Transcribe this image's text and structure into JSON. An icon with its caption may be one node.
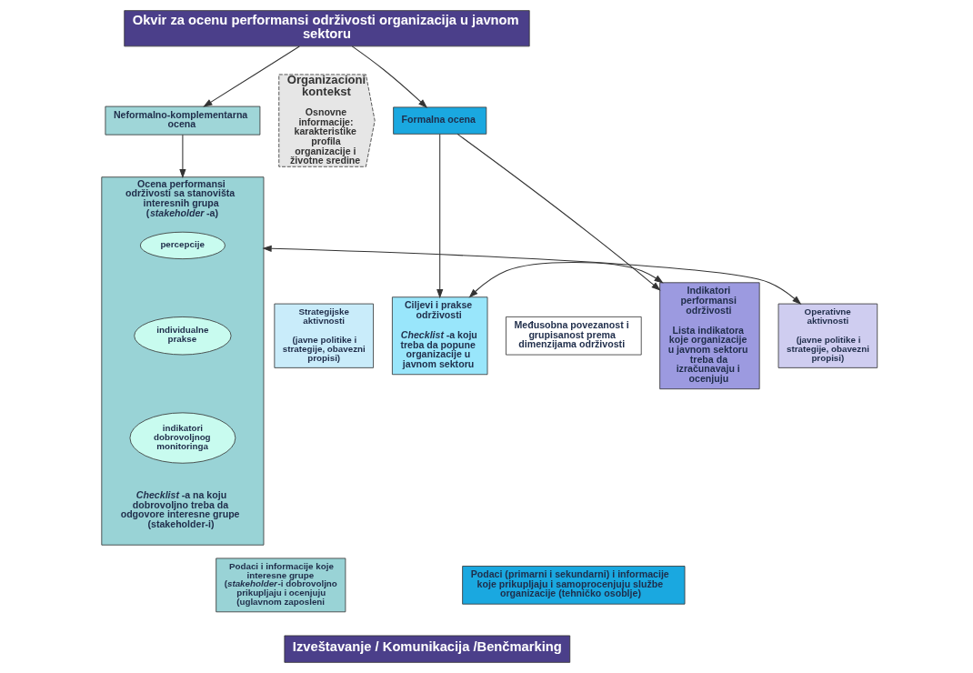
{
  "diagram": {
    "nodes": [
      {
        "text": [
          "Okvir za ocenu performansi održivosti organizacija u javnom sektoru"
        ]
      },
      {
        "text": [
          "Formalna ocena"
        ]
      },
      {
        "text": [
          "Neformalno-komplementarna ocena"
        ]
      },
      {
        "text": [
          "Strategijske aktivnosti",
          "(javne politike i strategije, obavezni propisi)"
        ]
      },
      {
        "text": [
          "Ciljevi i prakse održivosti",
          "*Checklist*-a koju treba da popune organizacije u javnom sektoru"
        ]
      },
      {
        "text": [
          "Međusobna povezanost i grupisanost prema dimenzijama održivosti"
        ]
      },
      {
        "text": [
          "Indikatori performansi održivosti",
          "Lista indikatora koje organizacije u javnom sektoru treba da izračunavaju i ocenjuju"
        ]
      },
      {
        "text": [
          "Operativne aktivnosti",
          "(javne politike i strategije, obavezni propisi)"
        ]
      },
      {
        "text": [
          "Ocena performansi održivosti sa stanovišta interesnih grupa (*stakeholder*-a)",
          "*Checklist*-a na koju dobrovoljno treba da odgovore interesne grupe (stakeholder-i)"
        ]
      },
      {
        "text": [
          "percepcije"
        ],
        "in": 8
      },
      {
        "text": [
          "individualne prakse"
        ],
        "in": 8
      },
      {
        "text": [
          "indikatori dobrovoljnog monitoringa"
        ],
        "in": 8
      },
      {
        "text": [
          "Podaci (primarni i sekundarni) i informacije koje prikupljaju i samoprocenjuju službe organizacije (tehničko osoblje)"
        ]
      },
      {
        "text": [
          "Podaci i informacije koje interesne grupe (*stakeholder*-i dobrovoljno prikupljaju i ocenjuju (uglavnom zaposleni"
        ]
      },
      {
        "text": [
          "Izveštavanje / Komunikacija /Benčmarking"
        ]
      },
      {
        "text": [
          "Organizacioni kontekst",
          "Osnovne informacije: karakteristike profila organizacije i životne sredine"
        ]
      }
    ],
    "edges": [
      {
        "from": 0,
        "to": 1,
        "arrow": "to"
      },
      {
        "from": 0,
        "to": 2,
        "arrow": "to"
      },
      {
        "from": 1,
        "to": 4,
        "arrow": "to"
      },
      {
        "from": 1,
        "to": 6,
        "arrow": "to"
      },
      {
        "from": 2,
        "to": 8,
        "arrow": "to"
      },
      {
        "from": 4,
        "to": 6,
        "arrow": "both"
      },
      {
        "from": 7,
        "to": 8,
        "arrow": "both"
      }
    ]
  }
}
